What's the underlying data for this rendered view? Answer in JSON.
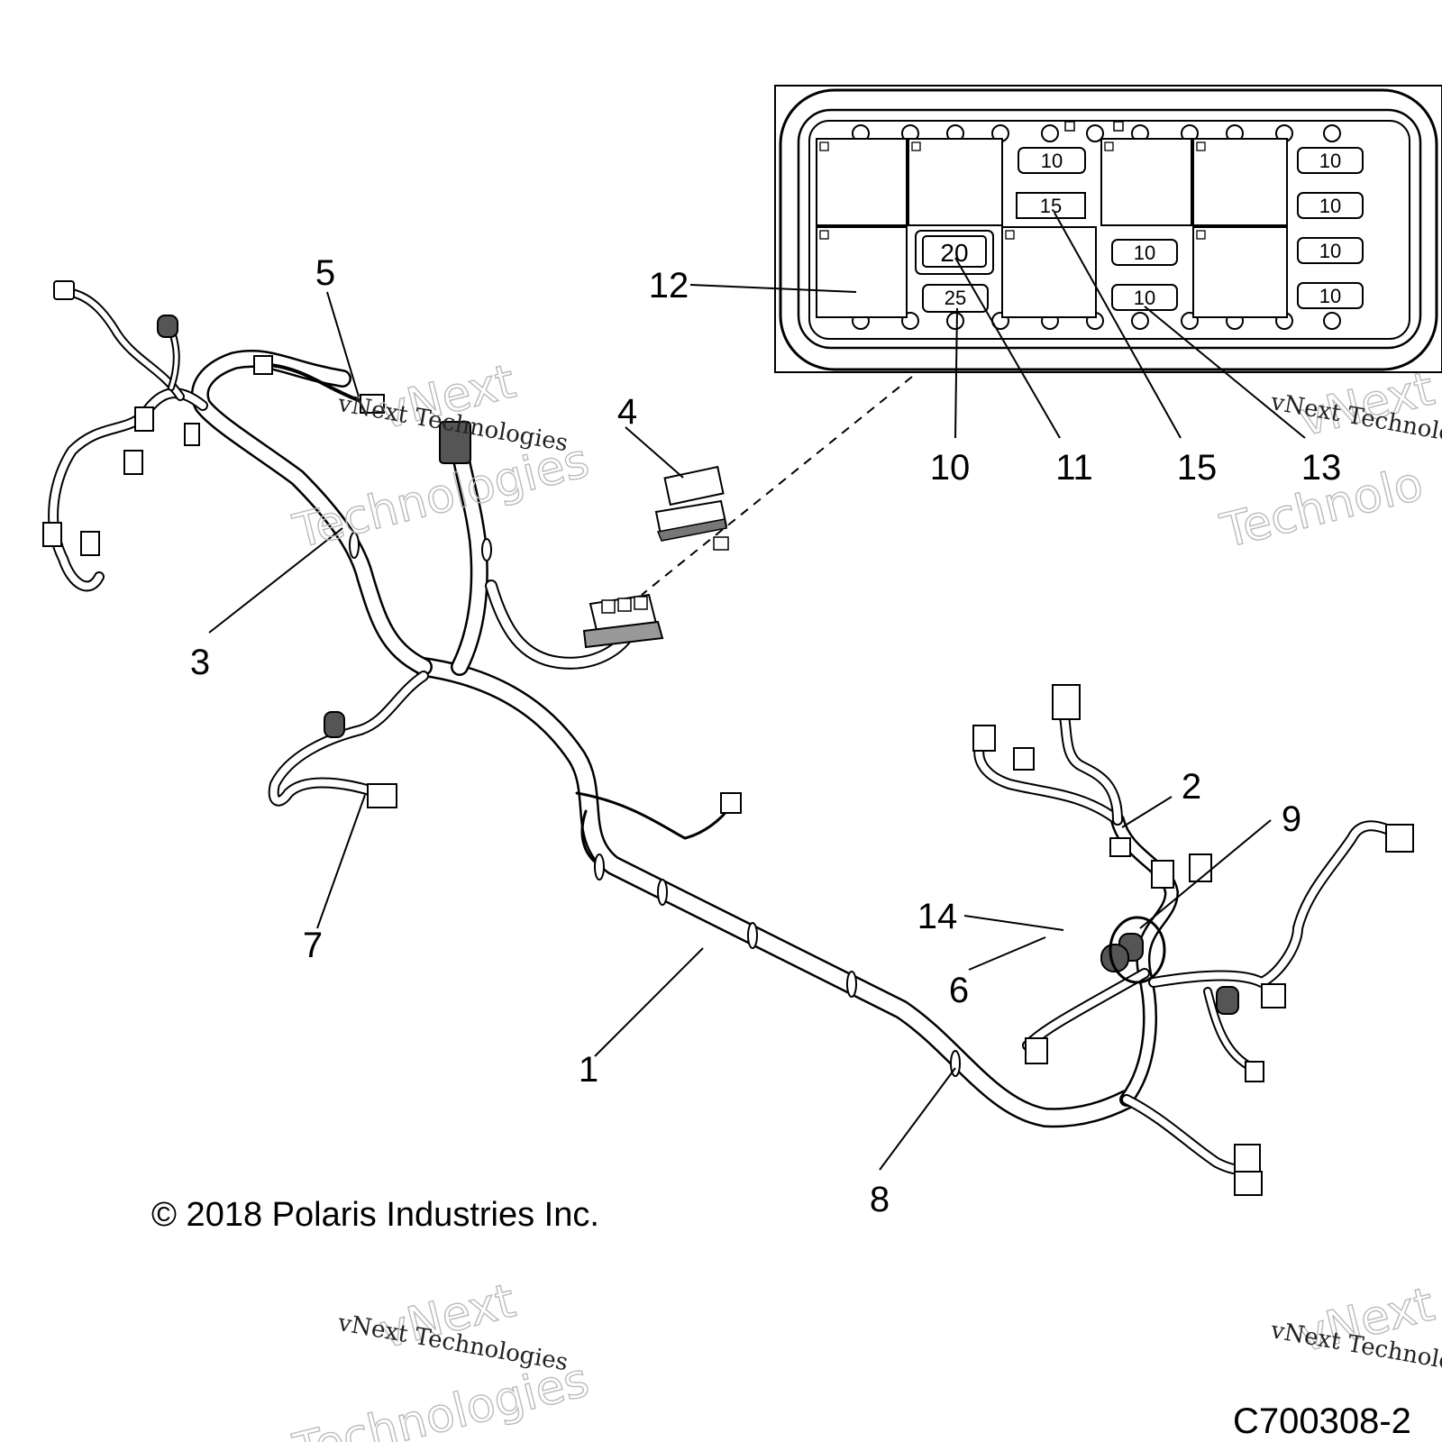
{
  "callouts": [
    "1",
    "2",
    "3",
    "4",
    "5",
    "6",
    "7",
    "8",
    "9",
    "10",
    "11",
    "12",
    "13",
    "14",
    "15"
  ],
  "fuse_box": {
    "fuses": {
      "f_top_center": "10",
      "f_mid_center": "15",
      "f_20": "20",
      "f_25": "25",
      "f_lower_mid_1": "10",
      "f_lower_mid_2": "10",
      "f_right_1": "10",
      "f_right_2": "10",
      "f_right_3": "10",
      "f_right_4": "10"
    }
  },
  "copyright": "© 2018 Polaris Industries Inc.",
  "part_number": "C700308-2",
  "watermark": {
    "line_small": "vNext Technologies",
    "line_big_1": "vNext",
    "line_big_2": "Technologies",
    "line_small_clipped": "vNext Technolo",
    "line_big_clipped_1": "vNext",
    "line_big_clipped_2": "Technolo"
  }
}
